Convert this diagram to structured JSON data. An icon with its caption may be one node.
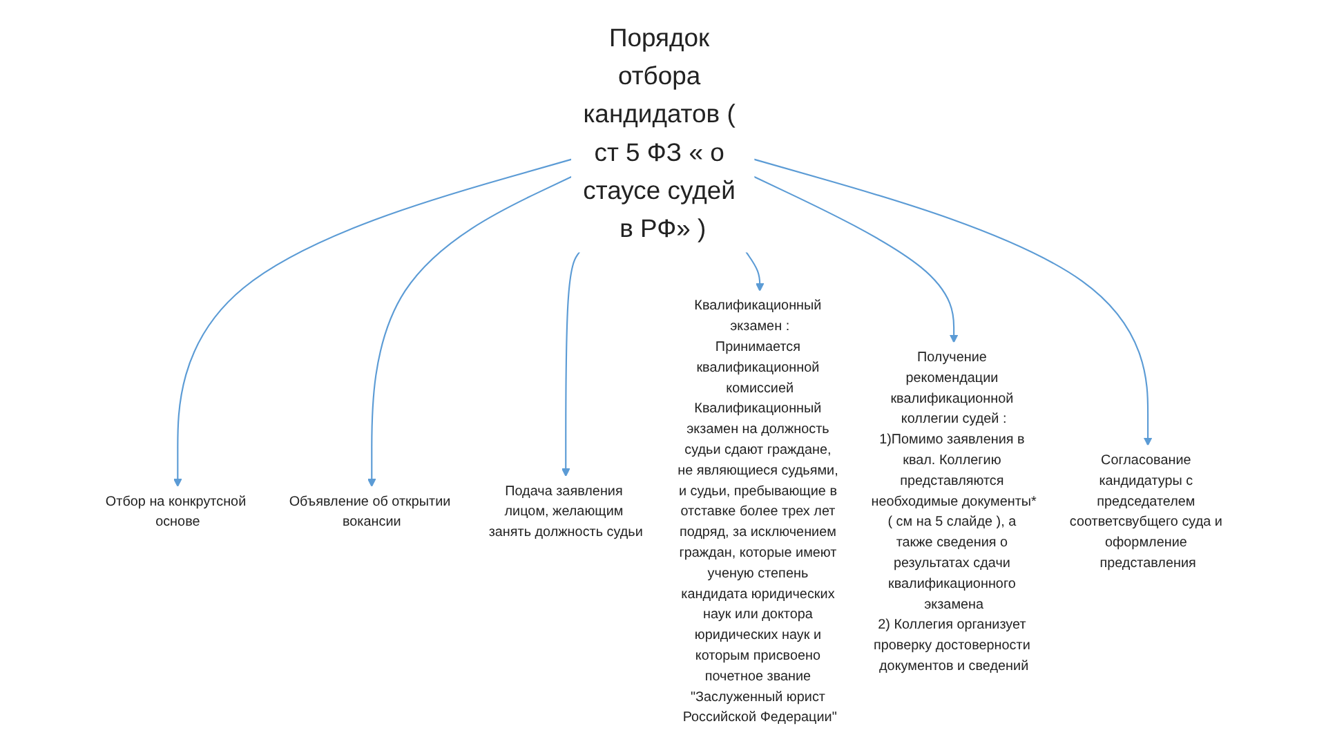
{
  "diagram": {
    "nodes": [
      {
        "text": [
          "Порядок отбора кандидатов ( ст 5 ФЗ « о стаусе судей в РФ» )"
        ]
      },
      {
        "text": [
          "Отбор на конкрутсной основе"
        ]
      },
      {
        "text": [
          "Объявление об открытии вокансии"
        ]
      },
      {
        "text": [
          "Подача заявления лицом, желающим занять должность судьи"
        ]
      },
      {
        "text": [
          "Квалификационный экзамен :",
          "Принимается квалификационной комиссией",
          "Квалификационный экзамен на должность судьи сдают граждане, не являющиеся судьями, и судьи, пребывающие в отставке более трех лет подряд, за исключением граждан, которые имеют ученую степень кандидата юридических наук или доктора юридических наук и которым присвоено почетное звание \"Заслуженный юрист Российской Федерации\""
        ]
      },
      {
        "text": [
          "Получение рекомендации квалификационной коллегии судей :",
          "1)Помимо заявления в квал. Коллегию представляются необходимые документы*( см на 5 слайде ), а также сведения о результатах сдачи квалификационного экзамена",
          "2) Коллегия организует проверку достоверности документов и сведений"
        ]
      },
      {
        "text": [
          "Согласование кандидатуры с председателем соответсвубщего суда и оформление представления"
        ]
      }
    ],
    "edges": [
      {
        "from": 0,
        "to": 1,
        "arrow": "to"
      },
      {
        "from": 0,
        "to": 2,
        "arrow": "to"
      },
      {
        "from": 0,
        "to": 3,
        "arrow": "to"
      },
      {
        "from": 0,
        "to": 4,
        "arrow": "to"
      },
      {
        "from": 0,
        "to": 5,
        "arrow": "to"
      },
      {
        "from": 0,
        "to": 6,
        "arrow": "to"
      }
    ]
  }
}
